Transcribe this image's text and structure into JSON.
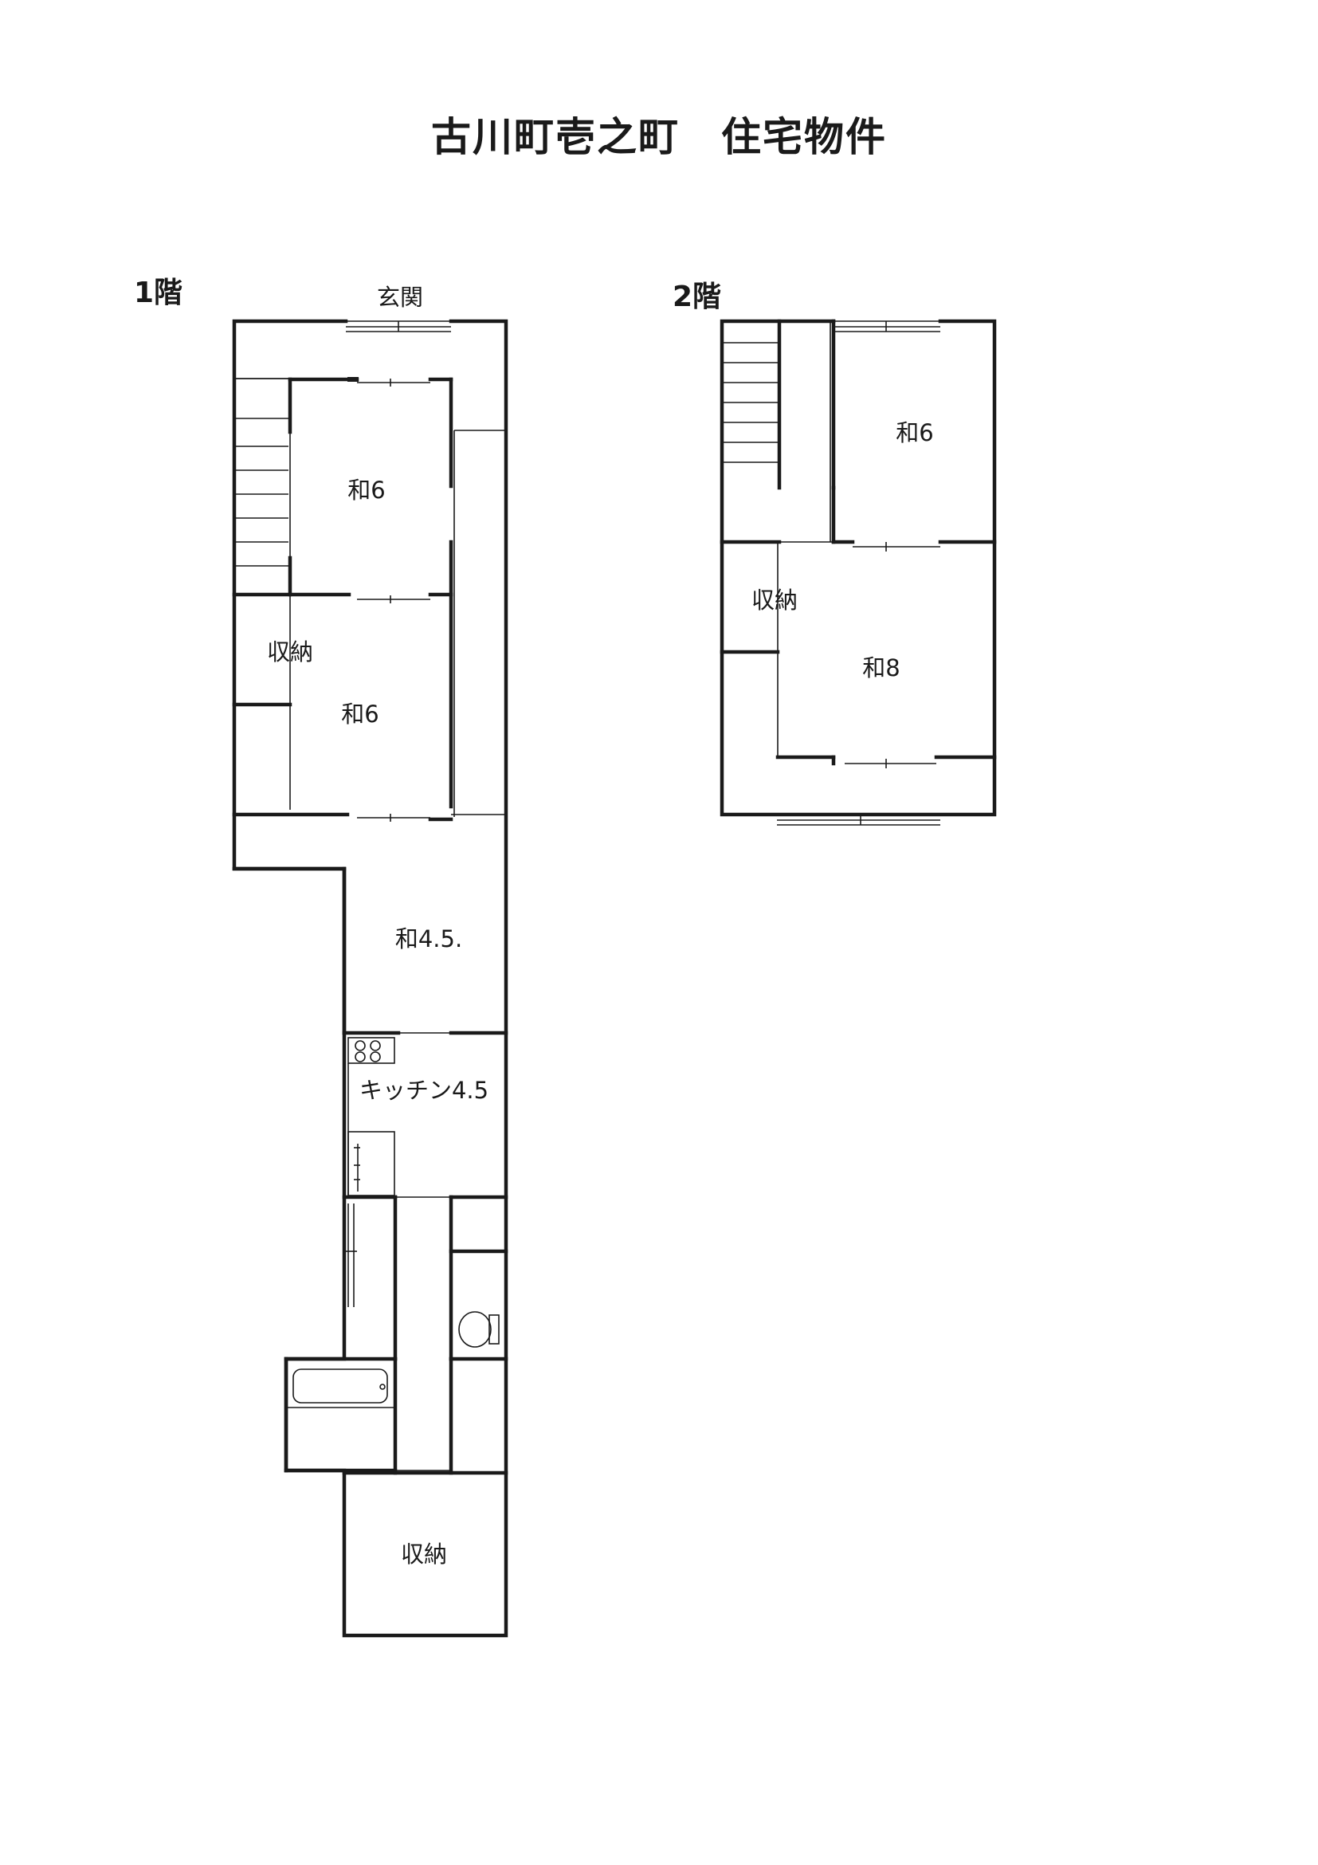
{
  "title": "古川町壱之町　住宅物件",
  "floors": [
    {
      "label": "1階",
      "rooms": {
        "entrance": "玄関",
        "washitsu_upper": "和6",
        "storage_upper": "収納",
        "washitsu_middle": "和6",
        "washitsu_lower": "和4.5.",
        "kitchen": "キッチン4.5",
        "storage_rear": "収納"
      }
    },
    {
      "label": "2階",
      "rooms": {
        "washitsu_front": "和6",
        "storage": "収納",
        "washitsu_main": "和8"
      }
    }
  ],
  "colors": {
    "wall": "#1a1a1a",
    "background": "#ffffff"
  }
}
